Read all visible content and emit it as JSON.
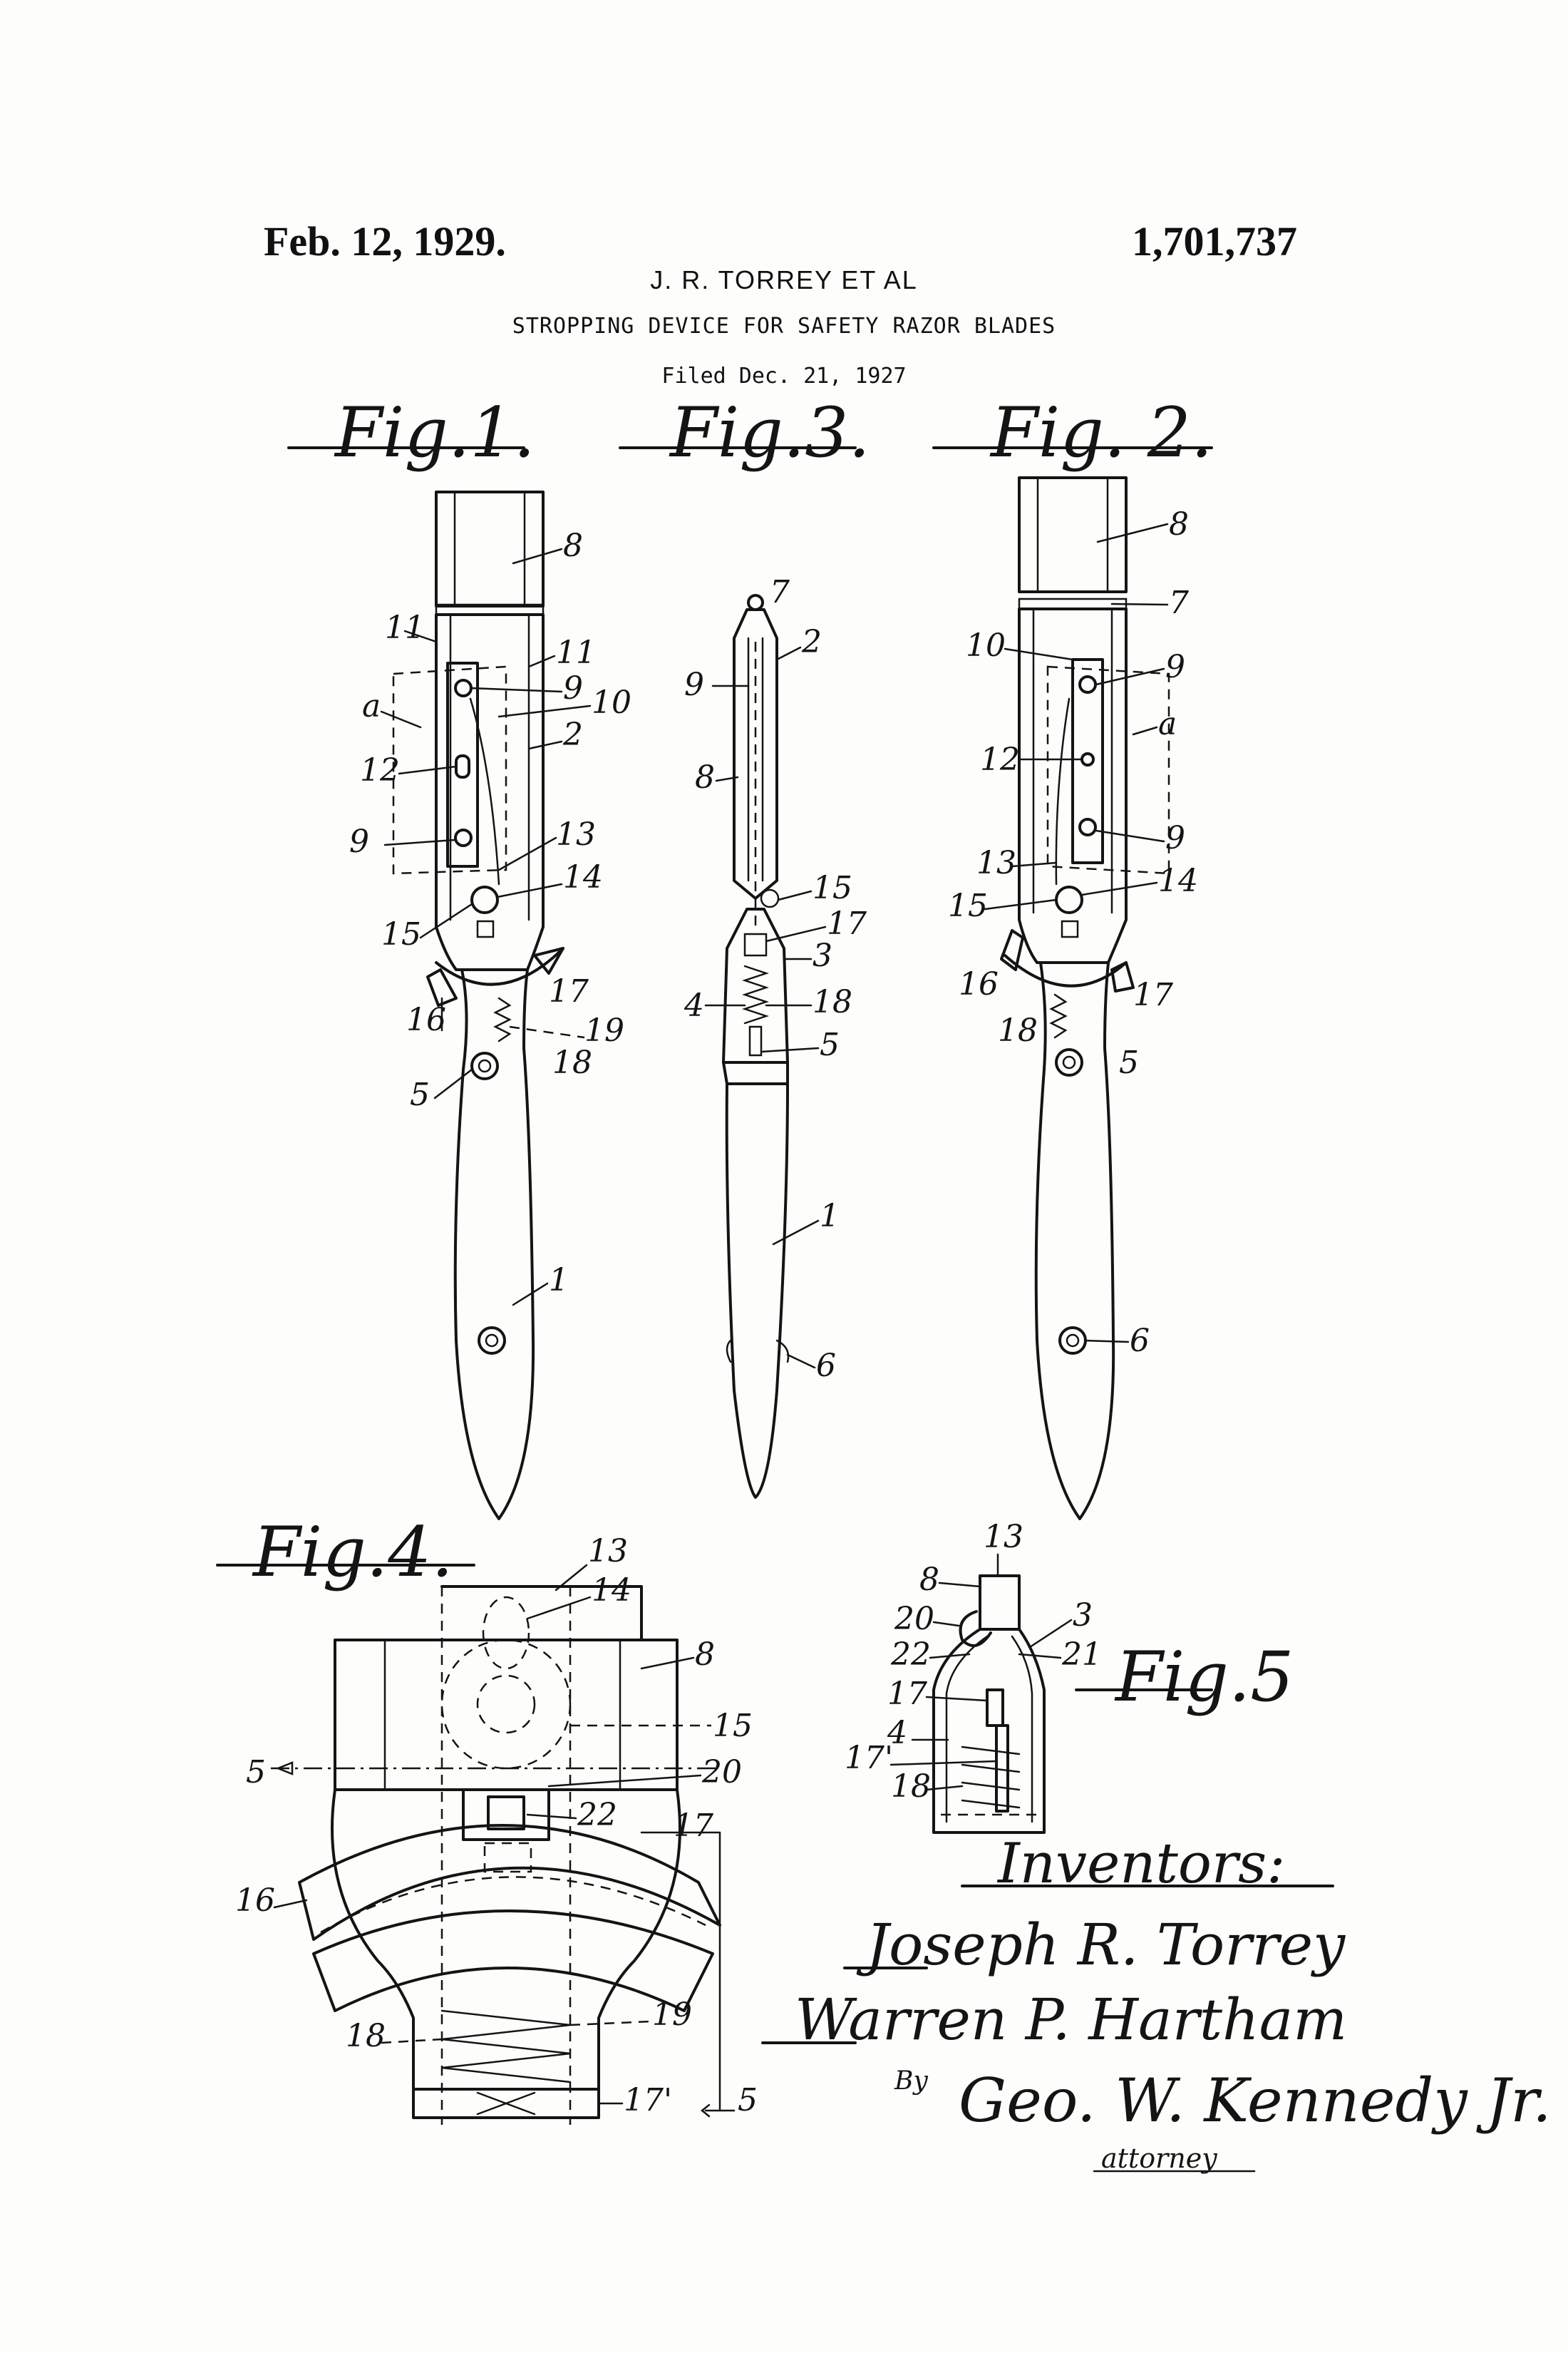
{
  "header": {
    "date": "Feb. 12, 1929.",
    "patent_number": "1,701,737",
    "inventor_line": "J. R. TORREY ET AL",
    "title": "STROPPING DEVICE FOR SAFETY RAZOR BLADES",
    "filed": "Filed Dec. 21, 1927"
  },
  "figures": {
    "fig1": "Fig.1.",
    "fig2": "Fig. 2.",
    "fig3": "Fig.3.",
    "fig4": "Fig.4.",
    "fig5": "Fig.5"
  },
  "refs": {
    "fig1": [
      "8",
      "11",
      "11",
      "a",
      "9",
      "10",
      "2",
      "12",
      "9",
      "13",
      "14",
      "15",
      "17",
      "16",
      "19",
      "18",
      "5",
      "1"
    ],
    "fig2": [
      "8",
      "7",
      "10",
      "9",
      "a",
      "12",
      "9",
      "13",
      "14",
      "15",
      "16",
      "17",
      "18",
      "5",
      "6"
    ],
    "fig3": [
      "7",
      "2",
      "9",
      "8",
      "15",
      "17",
      "3",
      "4",
      "18",
      "5",
      "1",
      "6"
    ],
    "fig4": [
      "13",
      "14",
      "8",
      "15",
      "5",
      "20",
      "22",
      "17",
      "16",
      "19",
      "18",
      "17'",
      "5"
    ],
    "fig5": [
      "13",
      "8",
      "20",
      "3",
      "22",
      "21",
      "17",
      "4",
      "17'",
      "18"
    ]
  },
  "signature": {
    "inventors_label": "Inventors:",
    "inventor_1": "Joseph R. Torrey",
    "inventor_2": "Warren P. Hartham",
    "by": "By",
    "attorney": "Geo. W. Kennedy Jr.",
    "attorney_label": "attorney"
  }
}
